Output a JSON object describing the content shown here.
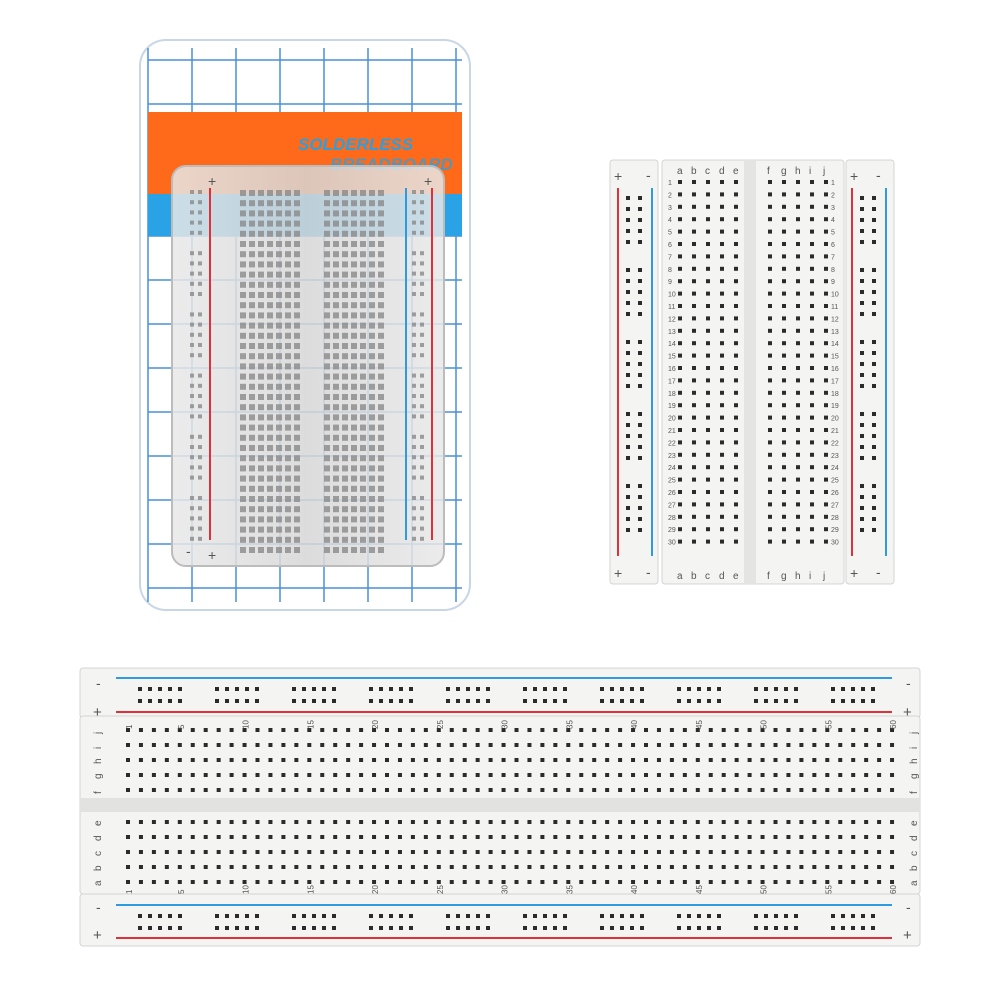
{
  "colors": {
    "background": "#ffffff",
    "board": "#f4f4f2",
    "hole": "#2b2b2b",
    "rail_red": "#e0303a",
    "rail_blue": "#2e9be0",
    "package_orange": "#ff6a1a",
    "package_blue": "#2aa3e6",
    "package_grid": "#4a90d9"
  },
  "package": {
    "brand_line1": "SOLDERLESS",
    "brand_line2": "BREADBOARD",
    "plus": "+",
    "minus": "-"
  },
  "half_board": {
    "columns_left": [
      "a",
      "b",
      "c",
      "d",
      "e"
    ],
    "columns_right": [
      "f",
      "g",
      "h",
      "i",
      "j"
    ],
    "rows": 30,
    "plus": "+",
    "minus": "-"
  },
  "full_board": {
    "rows_top": [
      "f",
      "g",
      "h",
      "i",
      "j"
    ],
    "rows_bottom": [
      "a",
      "b",
      "c",
      "d",
      "e"
    ],
    "columns": 60,
    "column_labels": [
      "1",
      "5",
      "10",
      "15",
      "20",
      "25",
      "30",
      "35",
      "40",
      "45",
      "50",
      "55",
      "60"
    ],
    "plus": "+",
    "minus": "-"
  }
}
